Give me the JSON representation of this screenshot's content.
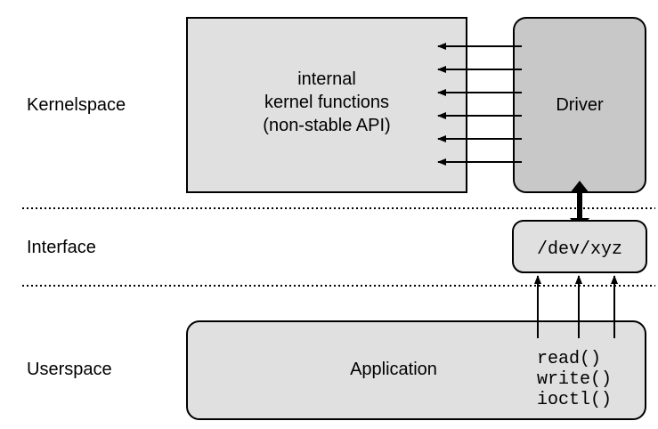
{
  "layers": {
    "kernelspace": "Kernelspace",
    "interface": "Interface",
    "userspace": "Userspace"
  },
  "kernel_box": {
    "line1": "internal",
    "line2": "kernel functions",
    "line3": "(non-stable API)"
  },
  "driver": {
    "label": "Driver"
  },
  "device": {
    "label": "/dev/xyz"
  },
  "application": {
    "label": "Application"
  },
  "syscalls": [
    "read()",
    "write()",
    "ioctl()"
  ],
  "colors": {
    "kernel_box_fill": "#e0e0e0",
    "driver_fill": "#c8c8c8",
    "device_fill": "#e0e0e0",
    "application_fill": "#e0e0e0",
    "stroke": "#000000"
  }
}
